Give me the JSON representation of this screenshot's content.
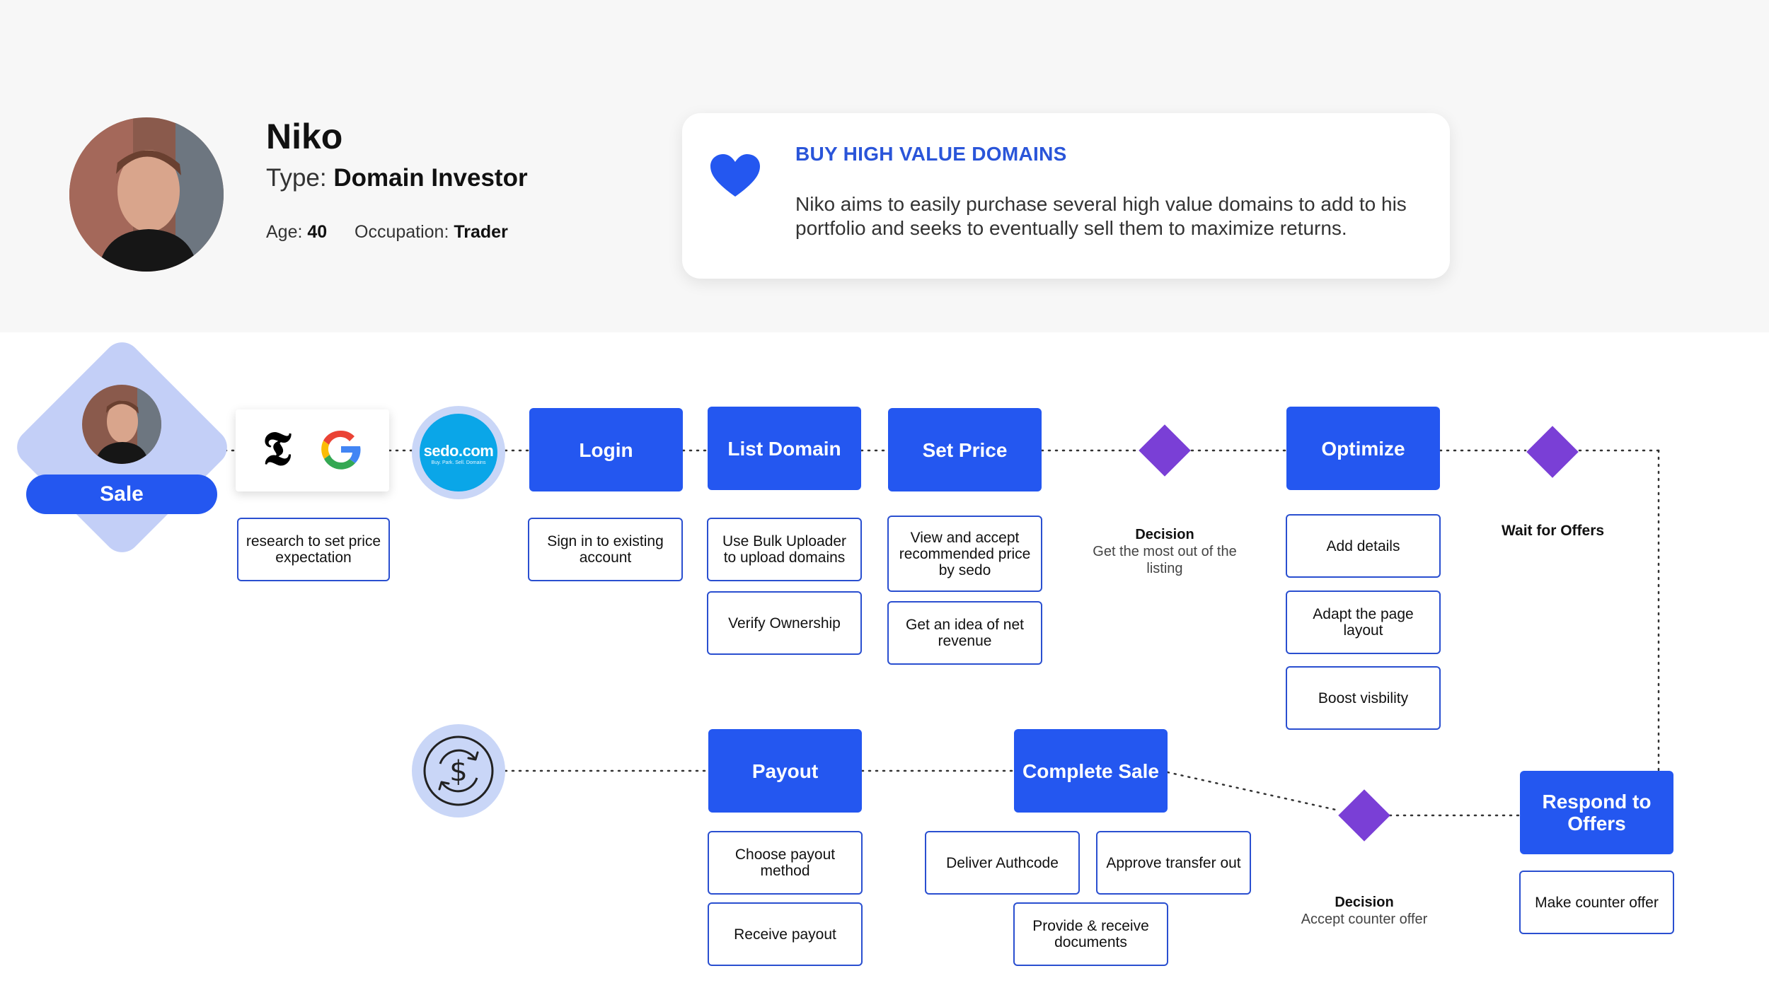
{
  "persona": {
    "name": "Niko",
    "type_label": "Type:",
    "type_value": "Domain Investor",
    "age_label": "Age:",
    "age_value": "40",
    "occupation_label": "Occupation:",
    "occupation_value": "Trader"
  },
  "goal": {
    "title": "BUY HIGH VALUE DOMAINS",
    "text": "Niko aims to easily purchase several high value domains to add to his portfolio and seeks to eventually sell them to maximize returns.",
    "icon": "heart-icon"
  },
  "flow": {
    "start_label": "Sale",
    "research": "research to set price expectation",
    "sedo_brand": "sedo.com",
    "sedo_tagline": "Buy. Park. Sell. Domains",
    "nyt_logo": "𝕿",
    "google_logo": "G",
    "login": {
      "title": "Login",
      "steps": [
        "Sign in to existing account"
      ]
    },
    "list_domain": {
      "title": "List Domain",
      "steps": [
        "Use Bulk Uploader to upload domains",
        "Verify Ownership"
      ]
    },
    "set_price": {
      "title": "Set Price",
      "steps": [
        "View and accept recommended price by sedo",
        "Get an idea of net revenue"
      ]
    },
    "decision1": {
      "title": "Decision",
      "text": "Get the most out of the listing"
    },
    "optimize": {
      "title": "Optimize",
      "steps": [
        "Add details",
        "Adapt the page layout",
        "Boost visbility"
      ]
    },
    "wait": "Wait for Offers",
    "respond": {
      "title": "Respond to Offers",
      "steps": [
        "Make counter offer"
      ]
    },
    "decision2": {
      "title": "Decision",
      "text": "Accept counter offer"
    },
    "complete_sale": {
      "title": "Complete Sale",
      "steps": [
        "Deliver Authcode",
        "Approve transfer out",
        "Provide & receive documents"
      ]
    },
    "payout": {
      "title": "Payout",
      "steps": [
        "Choose payout method",
        "Receive payout"
      ]
    }
  },
  "colors": {
    "primary_blue": "#2457f0",
    "outline_blue": "#2a4fd0",
    "decision_purple": "#7a3fd6",
    "accent_light": "#c3cff7",
    "goal_title": "#2a55d9"
  }
}
